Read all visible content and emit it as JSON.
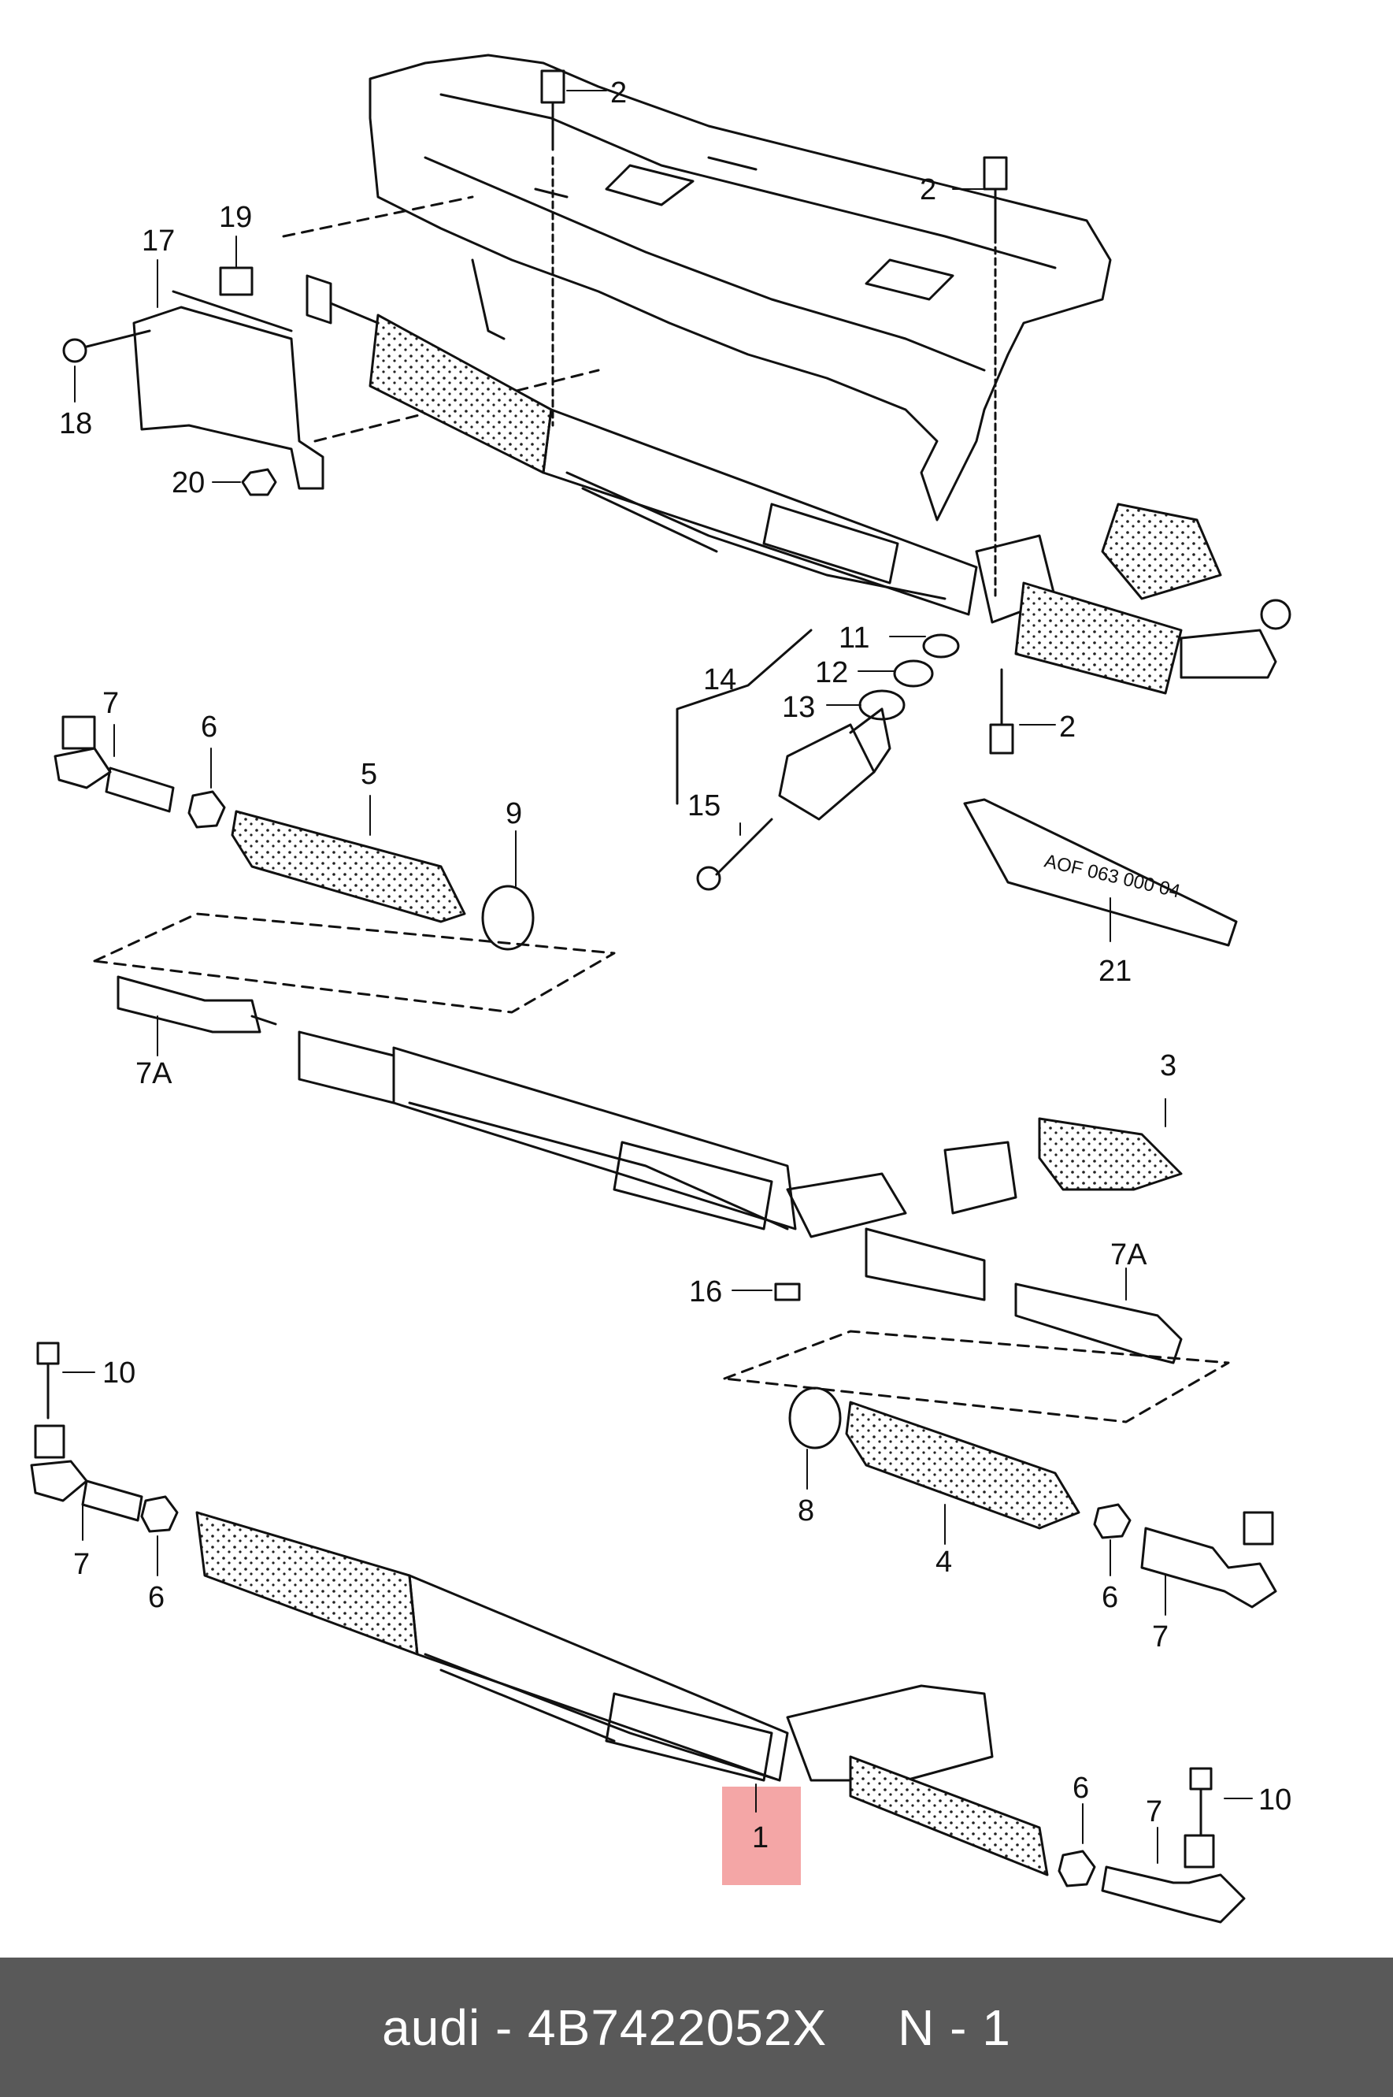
{
  "diagram": {
    "labels": {
      "l2a": "2",
      "l2b": "2",
      "l2c": "2",
      "l17": "17",
      "l19": "19",
      "l18": "18",
      "l20": "20",
      "l11": "11",
      "l12": "12",
      "l13": "13",
      "l14": "14",
      "l15": "15",
      "l7a": "7",
      "l6a": "6",
      "l5": "5",
      "l9": "9",
      "l7A1": "7A",
      "l3": "3",
      "l7A2": "7A",
      "l16": "16",
      "l21": "21",
      "l10a": "10",
      "l7b": "7",
      "l6b": "6",
      "l8": "8",
      "l4": "4",
      "l6c": "6",
      "l7c": "7",
      "l6d": "6",
      "l7d": "7",
      "l10b": "10",
      "l1": "1"
    },
    "tube_text": "AOF 063 000 04",
    "highlight_color": "#f4a6a6"
  },
  "footer": {
    "brand": "audi",
    "dash": "-",
    "part_number": "4B7422052X",
    "position": "N - 1"
  }
}
